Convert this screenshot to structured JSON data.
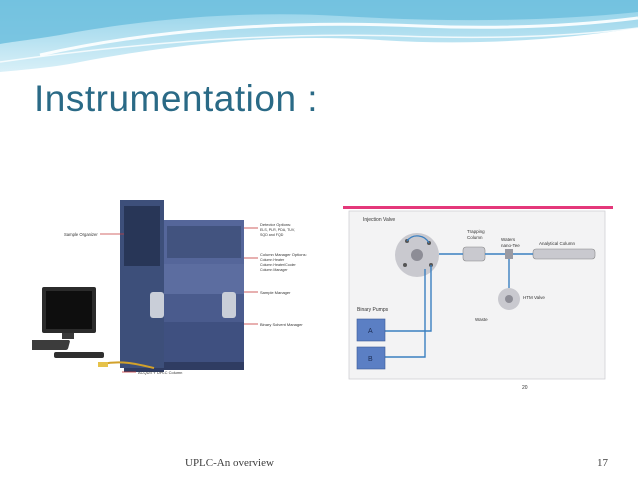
{
  "slide": {
    "title": "Instrumentation :",
    "footer_text": "UPLC-An overview",
    "page_number": "17"
  },
  "left_figure": {
    "callouts": [
      "Sample Organizer",
      "Detector Options:",
      "ELS, PLR, PDA, TUV,",
      "SQD and FQD",
      "Column Manager Options:",
      "Column Heater",
      "Column Heater/Cooler",
      "Column Manager",
      "Sample Manager",
      "Binary Solvent Manager",
      "ACQUITY UPLC Column"
    ]
  },
  "right_figure": {
    "labels": {
      "injection_valve": "Injection Valve",
      "trapping_column_1": "Trapping",
      "trapping_column_2": "Column",
      "waters_1": "Waters",
      "waters_2": "nano-Tee",
      "analytical_column": "Analytical Column",
      "htm_valve": "HTM Valve",
      "waste": "Waste",
      "binary_pumps": "Binary Pumps",
      "pump_a": "A",
      "pump_b": "B",
      "figure_number": "20"
    }
  },
  "colors": {
    "title": "#2a6a86",
    "wave_light": "#c5e6f2",
    "wave_mid": "#7fc7e0",
    "pink_bar": "#e4387a",
    "pump_blue": "#5b7fc4",
    "tube_blue": "#3a7fc0"
  }
}
